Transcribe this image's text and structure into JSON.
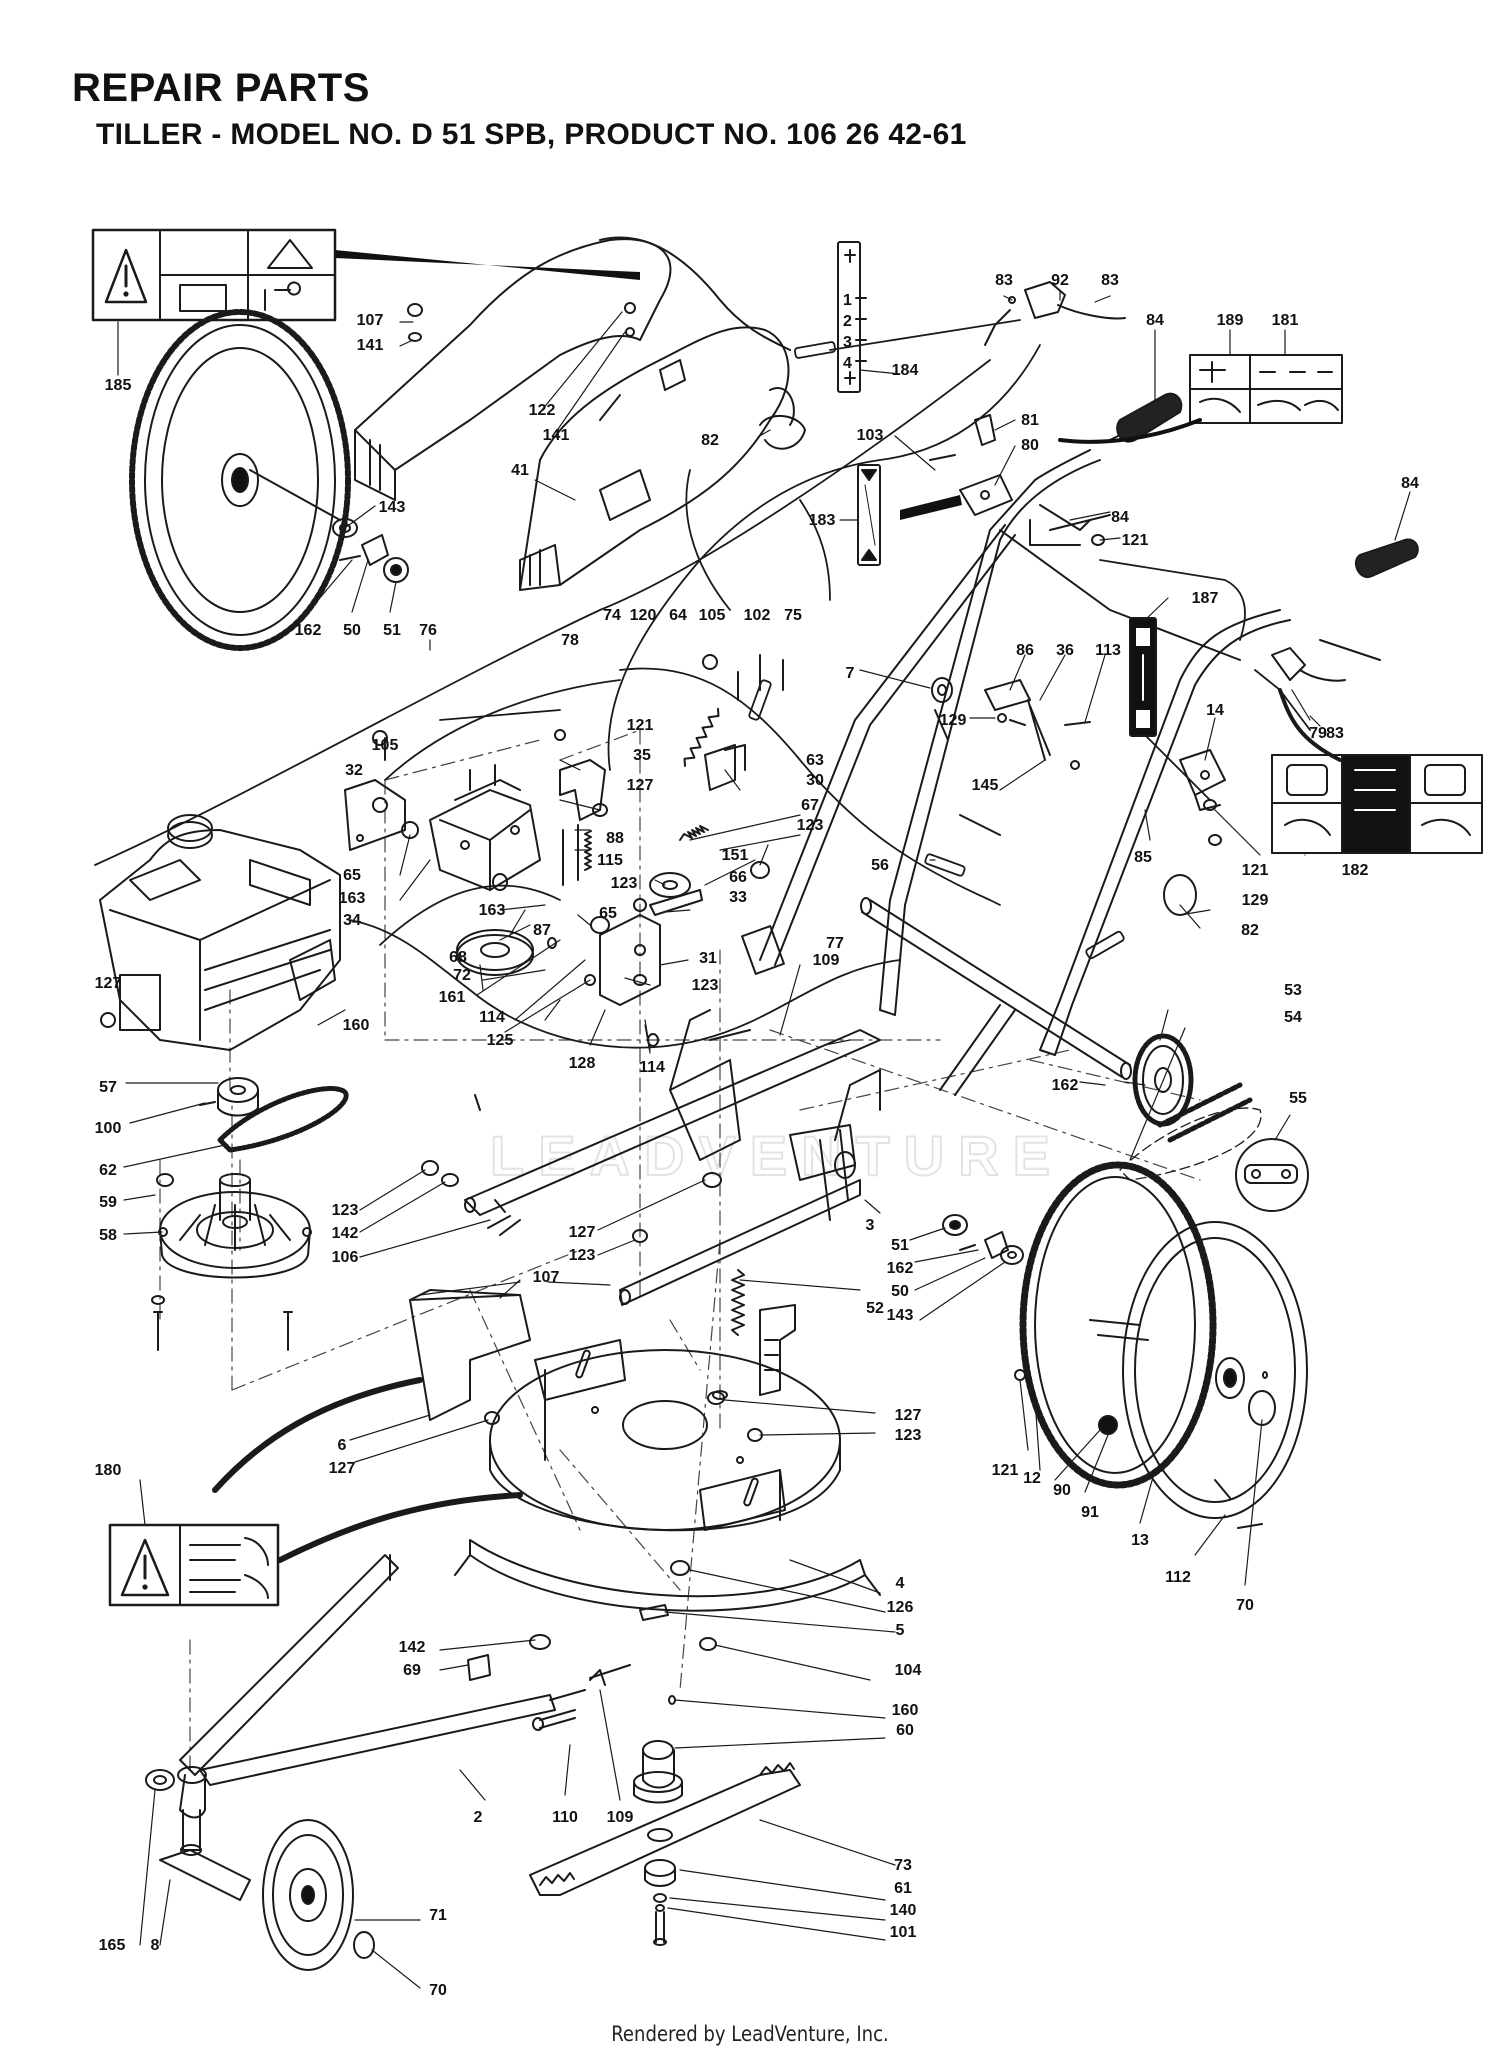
{
  "header": {
    "title": "REPAIR PARTS",
    "subtitle": "TILLER - MODEL NO. D 51 SPB, PRODUCT NO. 106 26 42-61"
  },
  "footer": {
    "text": "Rendered by LeadVenture, Inc."
  },
  "watermark": {
    "text": "LEADVENTURE"
  },
  "callouts": [
    {
      "id": "185",
      "label": "185"
    },
    {
      "id": "107a",
      "label": "107"
    },
    {
      "id": "141a",
      "label": "141"
    },
    {
      "id": "184",
      "label": "184"
    },
    {
      "id": "83a",
      "label": "83"
    },
    {
      "id": "92",
      "label": "92"
    },
    {
      "id": "83b",
      "label": "83"
    },
    {
      "id": "84a",
      "label": "84"
    },
    {
      "id": "189",
      "label": "189"
    },
    {
      "id": "181",
      "label": "181"
    },
    {
      "id": "122",
      "label": "122"
    },
    {
      "id": "141b",
      "label": "141"
    },
    {
      "id": "41",
      "label": "41"
    },
    {
      "id": "82a",
      "label": "82"
    },
    {
      "id": "103",
      "label": "103"
    },
    {
      "id": "81",
      "label": "81"
    },
    {
      "id": "80",
      "label": "80"
    },
    {
      "id": "84b",
      "label": "84"
    },
    {
      "id": "143a",
      "label": "143"
    },
    {
      "id": "183",
      "label": "183"
    },
    {
      "id": "84c",
      "label": "84"
    },
    {
      "id": "121a",
      "label": "121"
    },
    {
      "id": "162a",
      "label": "162"
    },
    {
      "id": "50a",
      "label": "50"
    },
    {
      "id": "51a",
      "label": "51"
    },
    {
      "id": "76",
      "label": "76"
    },
    {
      "id": "74",
      "label": "74"
    },
    {
      "id": "120",
      "label": "120"
    },
    {
      "id": "64",
      "label": "64"
    },
    {
      "id": "105a",
      "label": "105"
    },
    {
      "id": "102",
      "label": "102"
    },
    {
      "id": "75",
      "label": "75"
    },
    {
      "id": "187",
      "label": "187"
    },
    {
      "id": "78",
      "label": "78"
    },
    {
      "id": "7",
      "label": "7"
    },
    {
      "id": "86",
      "label": "86"
    },
    {
      "id": "36",
      "label": "36"
    },
    {
      "id": "113",
      "label": "113"
    },
    {
      "id": "105b",
      "label": "105"
    },
    {
      "id": "121b",
      "label": "121"
    },
    {
      "id": "129a",
      "label": "129"
    },
    {
      "id": "14",
      "label": "14"
    },
    {
      "id": "32",
      "label": "32"
    },
    {
      "id": "35",
      "label": "35"
    },
    {
      "id": "63",
      "label": "63"
    },
    {
      "id": "30",
      "label": "30"
    },
    {
      "id": "79",
      "label": "79"
    },
    {
      "id": "83c",
      "label": "83"
    },
    {
      "id": "127a",
      "label": "127"
    },
    {
      "id": "145",
      "label": "145"
    },
    {
      "id": "67",
      "label": "67"
    },
    {
      "id": "88",
      "label": "88"
    },
    {
      "id": "115",
      "label": "115"
    },
    {
      "id": "123a",
      "label": "123"
    },
    {
      "id": "65a",
      "label": "65"
    },
    {
      "id": "163a",
      "label": "163"
    },
    {
      "id": "151",
      "label": "151"
    },
    {
      "id": "85",
      "label": "85"
    },
    {
      "id": "121c",
      "label": "121"
    },
    {
      "id": "182",
      "label": "182"
    },
    {
      "id": "56",
      "label": "56"
    },
    {
      "id": "66",
      "label": "66"
    },
    {
      "id": "123b",
      "label": "123"
    },
    {
      "id": "33",
      "label": "33"
    },
    {
      "id": "129b",
      "label": "129"
    },
    {
      "id": "34",
      "label": "34"
    },
    {
      "id": "163b",
      "label": "163"
    },
    {
      "id": "87",
      "label": "87"
    },
    {
      "id": "65b",
      "label": "65"
    },
    {
      "id": "82b",
      "label": "82"
    },
    {
      "id": "68",
      "label": "68"
    },
    {
      "id": "31",
      "label": "31"
    },
    {
      "id": "109a",
      "label": "109"
    },
    {
      "id": "77",
      "label": "77"
    },
    {
      "id": "127b",
      "label": "127"
    },
    {
      "id": "72",
      "label": "72"
    },
    {
      "id": "123c",
      "label": "123"
    },
    {
      "id": "161",
      "label": "161"
    },
    {
      "id": "114a",
      "label": "114"
    },
    {
      "id": "53",
      "label": "53"
    },
    {
      "id": "160a",
      "label": "160"
    },
    {
      "id": "125",
      "label": "125"
    },
    {
      "id": "54",
      "label": "54"
    },
    {
      "id": "128",
      "label": "128"
    },
    {
      "id": "114b",
      "label": "114"
    },
    {
      "id": "57",
      "label": "57"
    },
    {
      "id": "162b",
      "label": "162"
    },
    {
      "id": "55",
      "label": "55"
    },
    {
      "id": "100",
      "label": "100"
    },
    {
      "id": "62",
      "label": "62"
    },
    {
      "id": "59",
      "label": "59"
    },
    {
      "id": "123d",
      "label": "123"
    },
    {
      "id": "142a",
      "label": "142"
    },
    {
      "id": "3",
      "label": "3"
    },
    {
      "id": "58",
      "label": "58"
    },
    {
      "id": "106",
      "label": "106"
    },
    {
      "id": "127c",
      "label": "127"
    },
    {
      "id": "51b",
      "label": "51"
    },
    {
      "id": "123e",
      "label": "123"
    },
    {
      "id": "162c",
      "label": "162"
    },
    {
      "id": "107b",
      "label": "107"
    },
    {
      "id": "50b",
      "label": "50"
    },
    {
      "id": "52",
      "label": "52"
    },
    {
      "id": "143b",
      "label": "143"
    },
    {
      "id": "127d",
      "label": "127"
    },
    {
      "id": "123f",
      "label": "123"
    },
    {
      "id": "6",
      "label": "6"
    },
    {
      "id": "127e",
      "label": "127"
    },
    {
      "id": "121d",
      "label": "121"
    },
    {
      "id": "12",
      "label": "12"
    },
    {
      "id": "90",
      "label": "90"
    },
    {
      "id": "91",
      "label": "91"
    },
    {
      "id": "180",
      "label": "180"
    },
    {
      "id": "13",
      "label": "13"
    },
    {
      "id": "112",
      "label": "112"
    },
    {
      "id": "70a",
      "label": "70"
    },
    {
      "id": "4",
      "label": "4"
    },
    {
      "id": "126",
      "label": "126"
    },
    {
      "id": "5",
      "label": "5"
    },
    {
      "id": "142b",
      "label": "142"
    },
    {
      "id": "69",
      "label": "69"
    },
    {
      "id": "104",
      "label": "104"
    },
    {
      "id": "160b",
      "label": "160"
    },
    {
      "id": "60",
      "label": "60"
    },
    {
      "id": "2",
      "label": "2"
    },
    {
      "id": "110",
      "label": "110"
    },
    {
      "id": "109b",
      "label": "109"
    },
    {
      "id": "73",
      "label": "73"
    },
    {
      "id": "61",
      "label": "61"
    },
    {
      "id": "140",
      "label": "140"
    },
    {
      "id": "101",
      "label": "101"
    },
    {
      "id": "165",
      "label": "165"
    },
    {
      "id": "8",
      "label": "8"
    },
    {
      "id": "71",
      "label": "71"
    },
    {
      "id": "70b",
      "label": "70"
    }
  ],
  "decal_184": {
    "steps": [
      "1",
      "2",
      "3",
      "4"
    ]
  }
}
